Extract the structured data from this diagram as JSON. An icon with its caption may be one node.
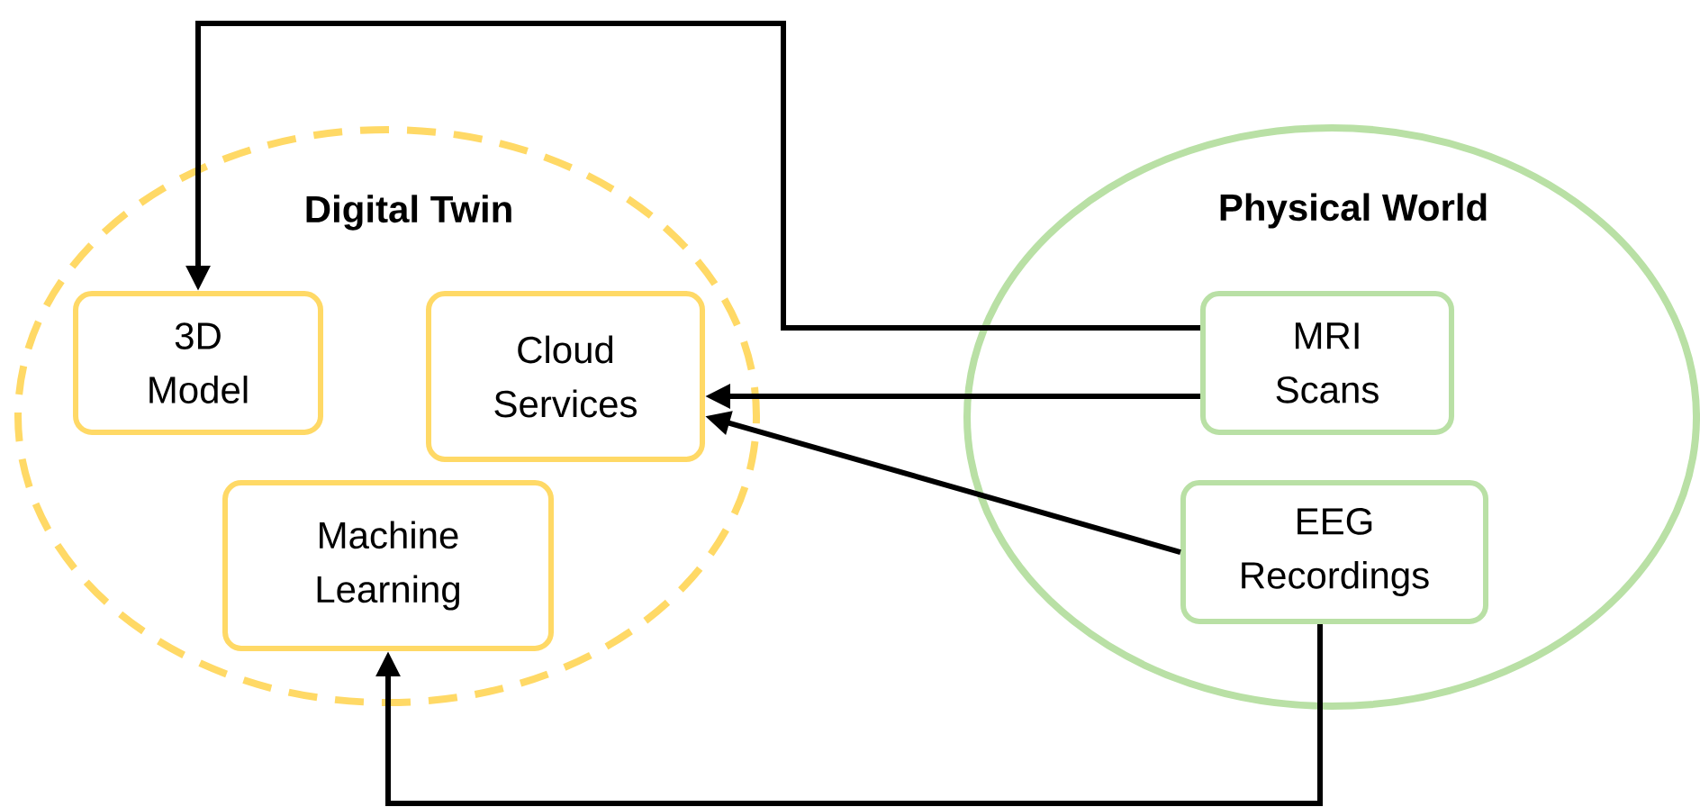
{
  "diagram": {
    "nodes": [
      {
        "text": [
          "Digital Twin"
        ]
      },
      {
        "text": [
          "3D Model"
        ],
        "in": 0
      },
      {
        "text": [
          "Cloud Services"
        ],
        "in": 0
      },
      {
        "text": [
          "Machine Learning"
        ],
        "in": 0
      },
      {
        "text": [
          "Physical World"
        ]
      },
      {
        "text": [
          "MRI Scans"
        ],
        "in": 4
      },
      {
        "text": [
          "EEG Recordings"
        ],
        "in": 4
      }
    ],
    "edges": [
      {
        "from": 5,
        "to": 1,
        "arrow": "to"
      },
      {
        "from": 5,
        "to": 2,
        "arrow": "to"
      },
      {
        "from": 6,
        "to": 2,
        "arrow": "to"
      },
      {
        "from": 6,
        "to": 3,
        "arrow": "to"
      }
    ]
  }
}
